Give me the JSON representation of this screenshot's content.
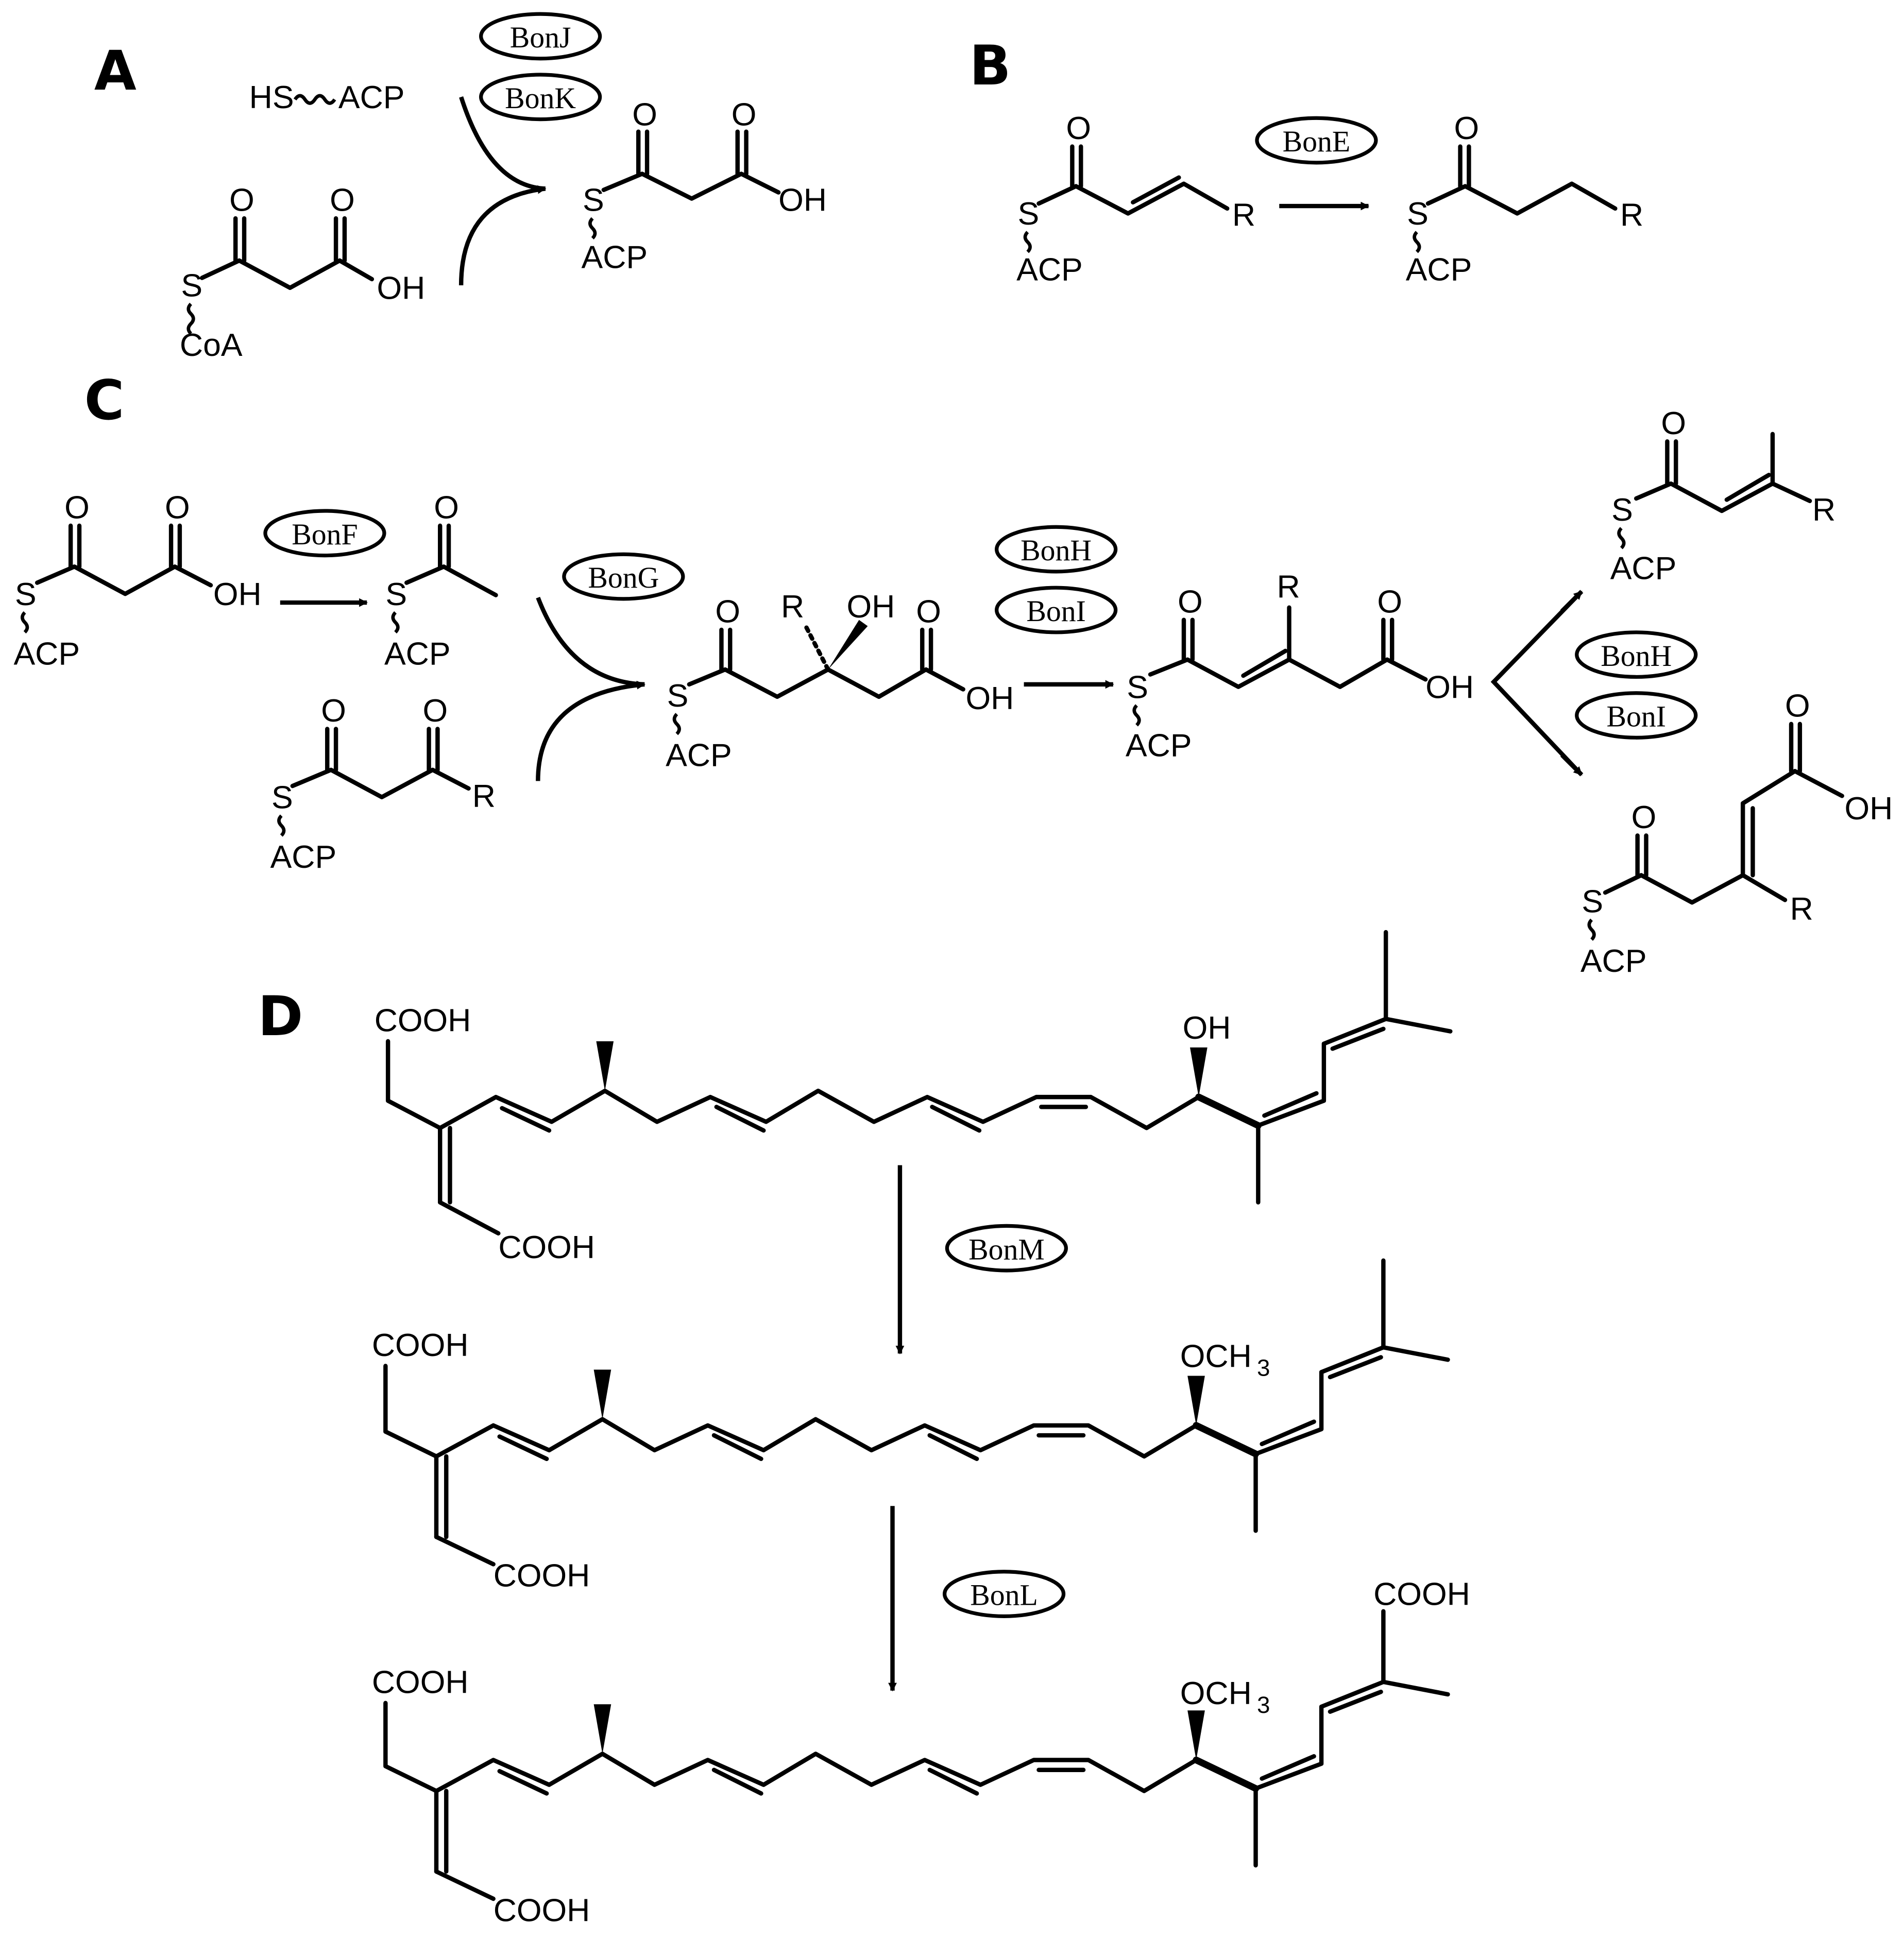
{
  "panels": {
    "a": "A",
    "b": "B",
    "c": "C",
    "d": "D"
  },
  "enzymes": {
    "bonJ": "BonJ",
    "bonK": "BonK",
    "bonE": "BonE",
    "bonF": "BonF",
    "bonG": "BonG",
    "bonH1": "BonH",
    "bonI1": "BonI",
    "bonH2": "BonH",
    "bonI2": "BonI",
    "bonM": "BonM",
    "bonL": "BonL"
  },
  "atoms": {
    "O": "O",
    "S": "S",
    "OH": "OH",
    "R": "R",
    "HS": "HS",
    "ACP": "ACP",
    "CoA": "CoA",
    "COOH": "COOH",
    "OCH": "OCH",
    "three": "3"
  }
}
